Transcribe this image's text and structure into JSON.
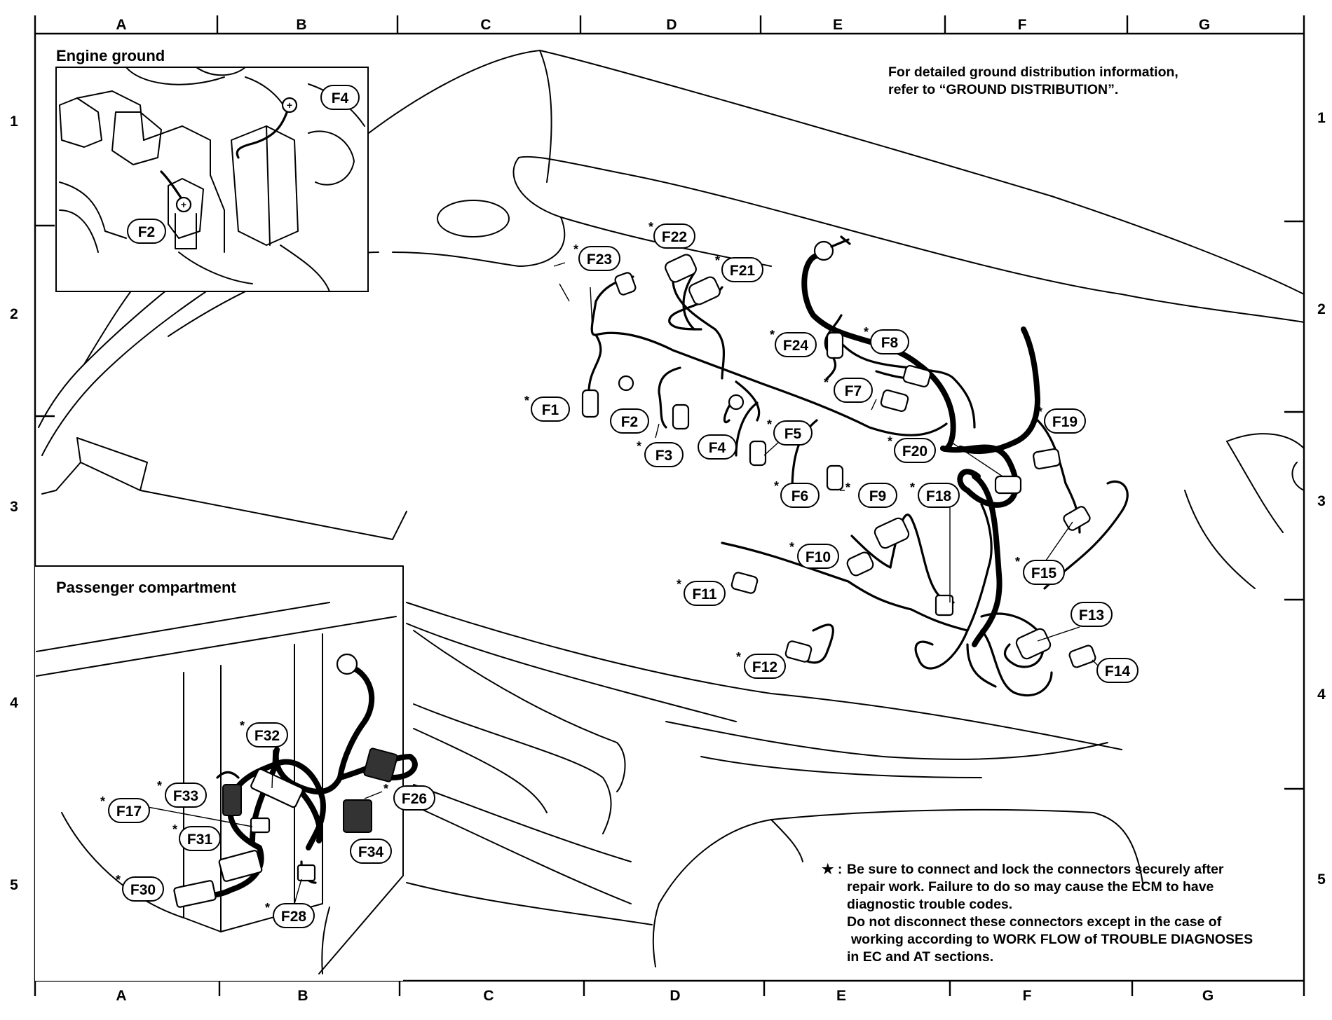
{
  "grid": {
    "columns": [
      "A",
      "B",
      "C",
      "D",
      "E",
      "F",
      "G"
    ],
    "rows": [
      "1",
      "2",
      "3",
      "4",
      "5"
    ]
  },
  "insets": {
    "engine_ground": {
      "title": "Engine ground",
      "labels": [
        "F4",
        "F2"
      ]
    },
    "passenger_compartment": {
      "title": "Passenger compartment"
    }
  },
  "ground_note": {
    "line1": "For detailed ground distribution information,",
    "line2": "refer to “GROUND DISTRIBUTION”."
  },
  "connectors": [
    {
      "id": "F1",
      "starred": true
    },
    {
      "id": "F2",
      "starred": false
    },
    {
      "id": "F3",
      "starred": true
    },
    {
      "id": "F4",
      "starred": false
    },
    {
      "id": "F5",
      "starred": true
    },
    {
      "id": "F6",
      "starred": true
    },
    {
      "id": "F7",
      "starred": true
    },
    {
      "id": "F8",
      "starred": true
    },
    {
      "id": "F9",
      "starred": true
    },
    {
      "id": "F10",
      "starred": true
    },
    {
      "id": "F11",
      "starred": true
    },
    {
      "id": "F12",
      "starred": true
    },
    {
      "id": "F13",
      "starred": false
    },
    {
      "id": "F14",
      "starred": false
    },
    {
      "id": "F15",
      "starred": true
    },
    {
      "id": "F17",
      "starred": true
    },
    {
      "id": "F18",
      "starred": true
    },
    {
      "id": "F19",
      "starred": true
    },
    {
      "id": "F20",
      "starred": true
    },
    {
      "id": "F21",
      "starred": true
    },
    {
      "id": "F22",
      "starred": true
    },
    {
      "id": "F23",
      "starred": true
    },
    {
      "id": "F24",
      "starred": true
    },
    {
      "id": "F26",
      "starred": true
    },
    {
      "id": "F28",
      "starred": true
    },
    {
      "id": "F30",
      "starred": true
    },
    {
      "id": "F31",
      "starred": true
    },
    {
      "id": "F32",
      "starred": true
    },
    {
      "id": "F33",
      "starred": true
    },
    {
      "id": "F34",
      "starred": false
    }
  ],
  "footnote": {
    "star": "★ :",
    "lines": [
      "Be sure to connect and lock the connectors securely after",
      "repair work. Failure to do so may cause the ECM to have",
      "diagnostic trouble codes.",
      "Do not disconnect these connectors except in the case of",
      "working according to WORK FLOW of TROUBLE DIAGNOSES",
      "in EC and AT sections."
    ]
  }
}
